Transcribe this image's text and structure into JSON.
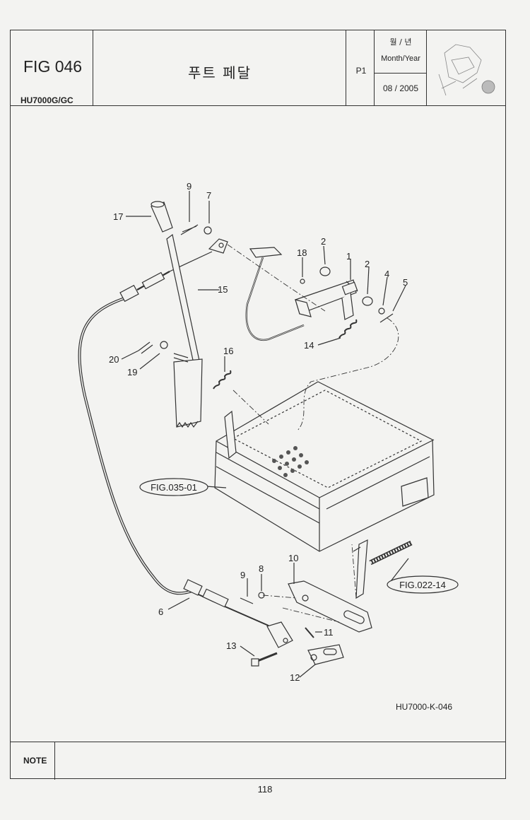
{
  "header": {
    "fig_number": "FIG 046",
    "model": "HU7000G/GC",
    "title": "푸트 페달",
    "page_code": "P1",
    "month_year_ko": "월 / 년",
    "month_year_en": "Month/Year",
    "month_year_value": "08 / 2005"
  },
  "diagram": {
    "callouts": [
      "1",
      "2",
      "2",
      "4",
      "5",
      "6",
      "7",
      "8",
      "9",
      "9",
      "10",
      "11",
      "12",
      "13",
      "14",
      "15",
      "16",
      "17",
      "18",
      "19",
      "20"
    ],
    "references": [
      "FIG.035-01",
      "FIG.022-14"
    ],
    "drawing_code": "HU7000-K-046"
  },
  "footer": {
    "note_label": "NOTE",
    "page_number": "118"
  }
}
